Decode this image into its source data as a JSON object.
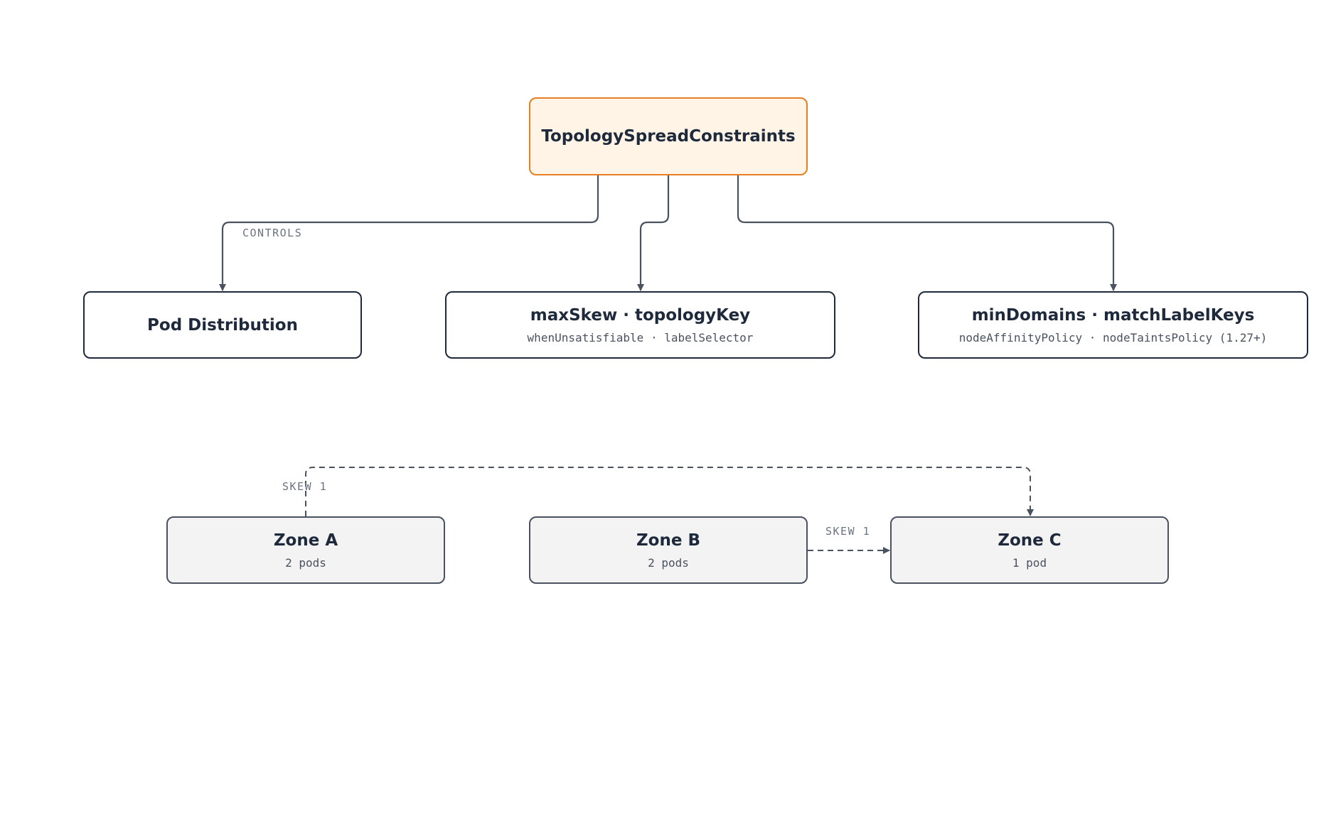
{
  "diagram": {
    "nodes": {
      "root": {
        "title": "TopologySpreadConstraints"
      },
      "pod_distribution": {
        "title": "Pod Distribution"
      },
      "max_skew": {
        "title": "maxSkew · topologyKey",
        "subtitle": "whenUnsatisfiable · labelSelector"
      },
      "min_domains": {
        "title": "minDomains · matchLabelKeys",
        "subtitle": "nodeAffinityPolicy · nodeTaintsPolicy (1.27+)"
      },
      "zone_a": {
        "title": "Zone A",
        "subtitle": "2 pods"
      },
      "zone_b": {
        "title": "Zone B",
        "subtitle": "2 pods"
      },
      "zone_c": {
        "title": "Zone C",
        "subtitle": "1 pod"
      }
    },
    "edges": [
      {
        "from": "TopologySpreadConstraints",
        "to": "Pod Distribution",
        "label": "CONTROLS",
        "style": "solid"
      },
      {
        "from": "TopologySpreadConstraints",
        "to": "maxSkew · topologyKey",
        "style": "solid"
      },
      {
        "from": "TopologySpreadConstraints",
        "to": "minDomains · matchLabelKeys",
        "style": "solid"
      },
      {
        "from": "Zone A",
        "to": "Zone C",
        "label": "SKEW 1",
        "style": "dashed"
      },
      {
        "from": "Zone B",
        "to": "Zone C",
        "label": "SKEW 1",
        "style": "dashed"
      }
    ],
    "colors": {
      "root_fill": "#fff4e5",
      "root_border": "#e67e22",
      "node_border": "#1e2a3b",
      "zone_fill": "#f3f3f3",
      "edge": "#4a5260",
      "edge_label": "#6b7380"
    }
  }
}
